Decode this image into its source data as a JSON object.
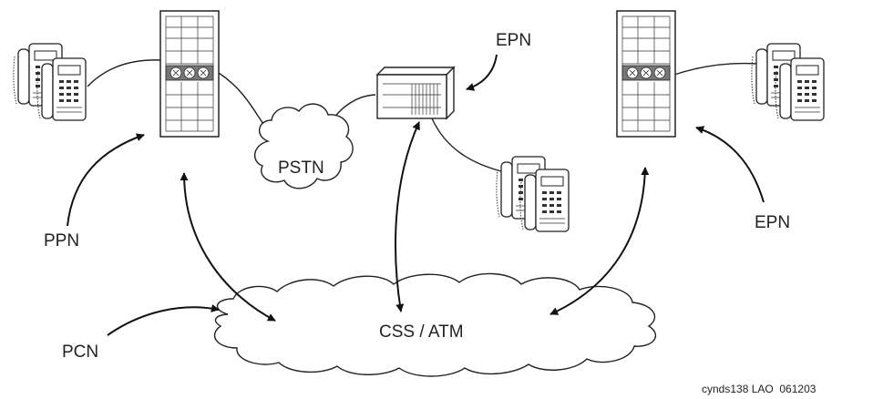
{
  "labels": {
    "pstn": "PSTN",
    "epn_top": "EPN",
    "ppn": "PPN",
    "epn_right": "EPN",
    "pcn": "PCN",
    "css_atm": "CSS / ATM"
  },
  "figure_id": "cynds138 LAO  061203"
}
